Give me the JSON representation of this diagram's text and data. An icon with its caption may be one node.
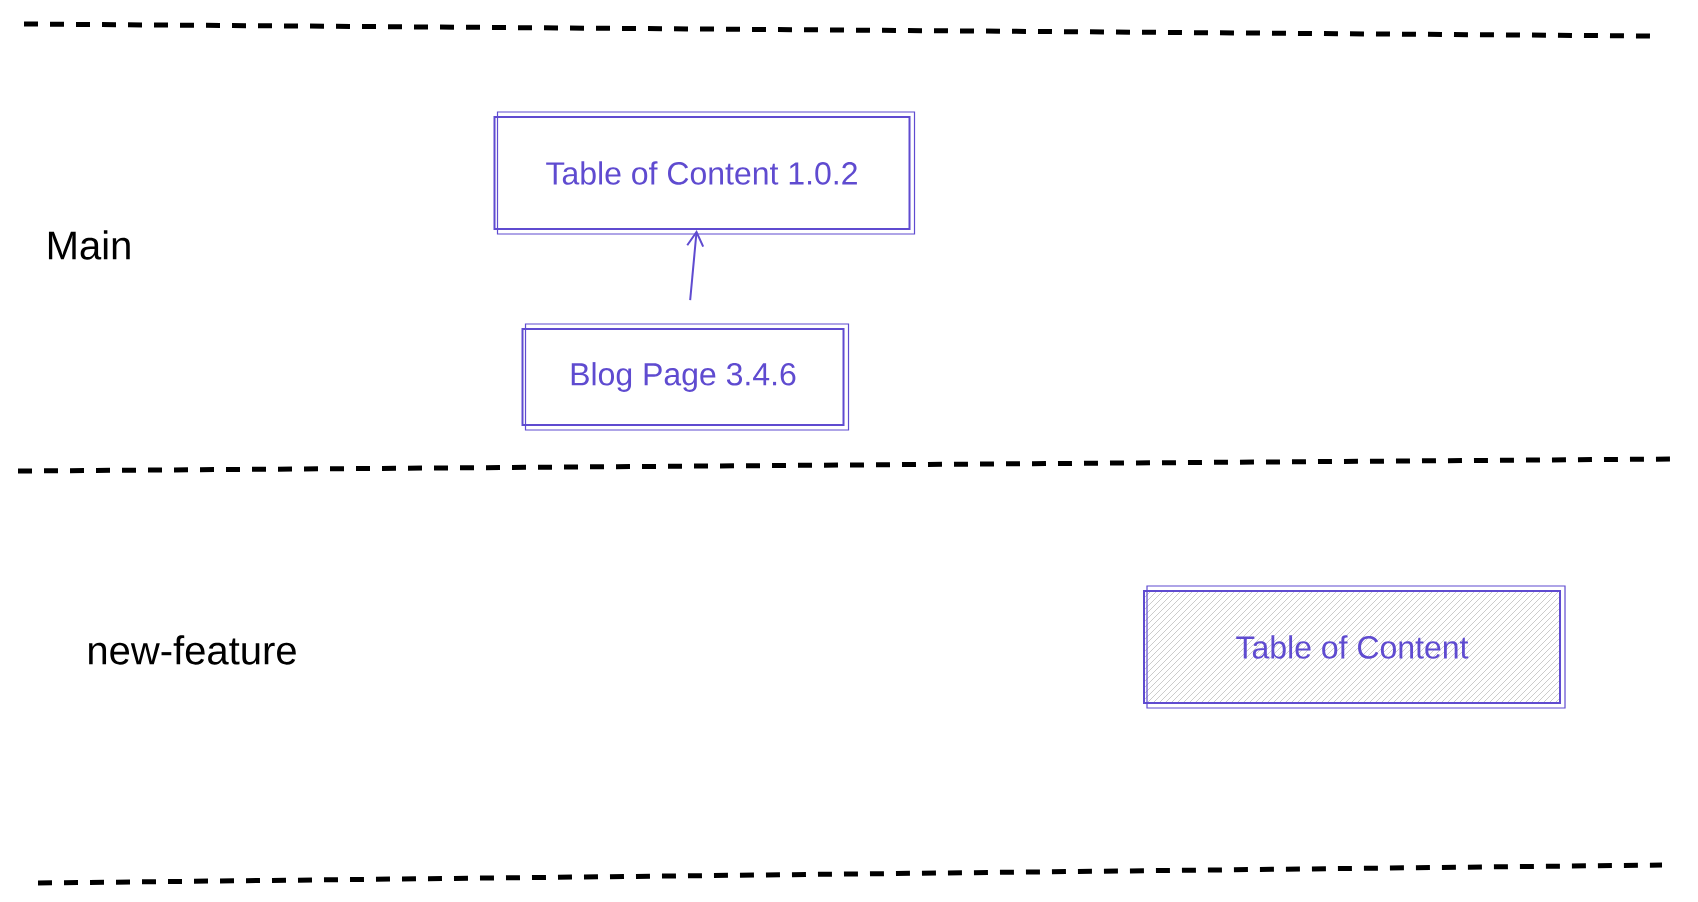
{
  "diagram": {
    "nodes": [
      {
        "text": [
          "Table of Content 1.0.2"
        ]
      },
      {
        "text": [
          "Blog Page 3.4.6"
        ]
      },
      {
        "text": [
          "Table of Content"
        ]
      }
    ],
    "edges": [
      {
        "from": 1,
        "to": 0,
        "arrow": "to"
      }
    ],
    "labels": [
      "Main",
      "new-feature"
    ]
  }
}
